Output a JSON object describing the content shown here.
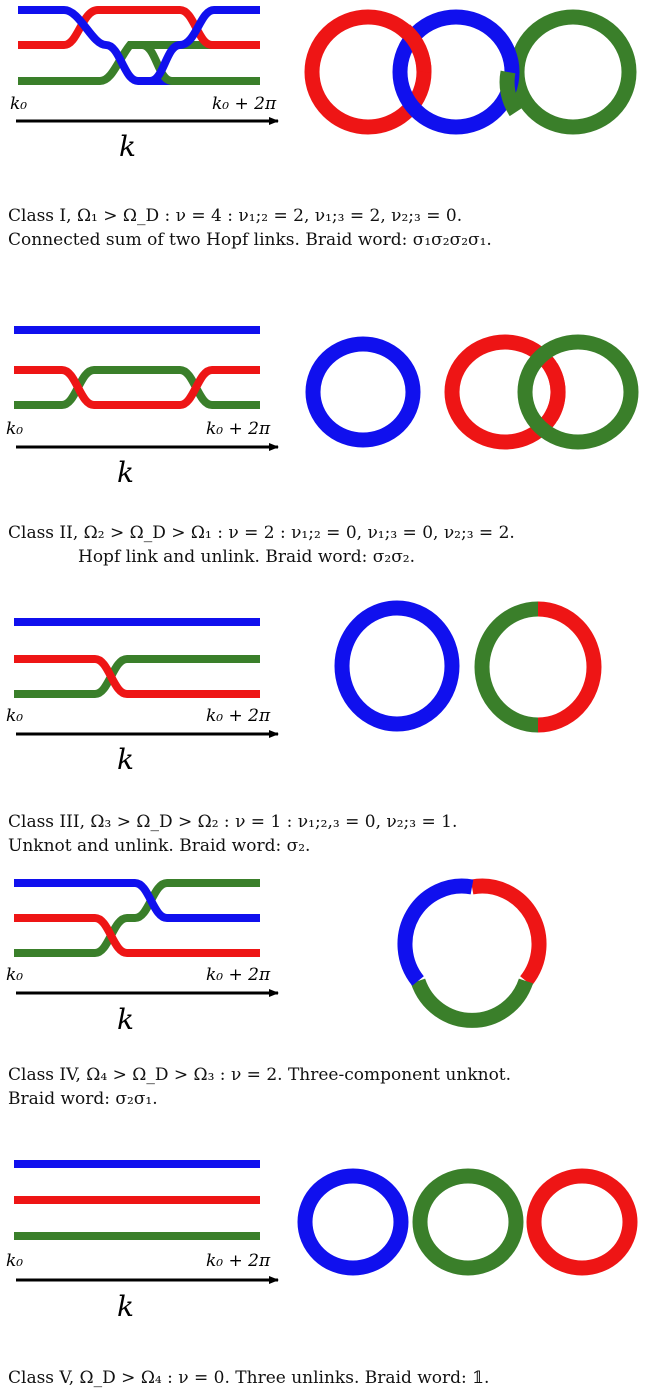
{
  "colors": {
    "blue": "#1010ee",
    "red": "#ee1515",
    "green": "#3a7f2a",
    "axis": "#000000"
  },
  "axis": {
    "start_label": "k₀",
    "end_label": "k₀ + 2π",
    "k_label": "k"
  },
  "panels": [
    {
      "class": "I",
      "caption_line1": "Class I, Ω₁ > Ω_D : ν = 4 : ν₁;₂ = 2, ν₁;₃ = 2, ν₂;₃ = 0.",
      "caption_line2": "Connected sum of two Hopf links. Braid word: σ₁σ₂σ₂σ₁.",
      "braid_word": "σ₁σ₂σ₂σ₁",
      "rings": [
        "red",
        "blue",
        "green"
      ]
    },
    {
      "class": "II",
      "caption_line1": "Class II, Ω₂ > Ω_D > Ω₁ : ν = 2 : ν₁;₂ = 0, ν₁;₃ = 0, ν₂;₃ = 2.",
      "caption_line2": "Hopf link and unlink. Braid word: σ₂σ₂.",
      "braid_word": "σ₂σ₂",
      "rings": [
        "blue",
        "red",
        "green"
      ]
    },
    {
      "class": "III",
      "caption_line1": "Class III, Ω₃ > Ω_D > Ω₂ : ν = 1 : ν₁;₂,₃ = 0, ν₂;₃ = 1.",
      "caption_line2": "Unknot and unlink. Braid word: σ₂.",
      "braid_word": "σ₂",
      "rings": [
        "blue",
        "green-red"
      ]
    },
    {
      "class": "IV",
      "caption_line1": "Class IV, Ω₄ > Ω_D > Ω₃ : ν = 2. Three-component unknot.",
      "caption_line2": "Braid word: σ₂σ₁.",
      "braid_word": "σ₂σ₁",
      "rings": [
        "blue-red-green"
      ]
    },
    {
      "class": "V",
      "caption_line1": "Class V, Ω_D > Ω₄ :  ν = 0. Three unlinks. Braid word: 𝟙.",
      "caption_line2": "",
      "braid_word": "𝟙",
      "rings": [
        "blue",
        "green",
        "red"
      ]
    }
  ]
}
